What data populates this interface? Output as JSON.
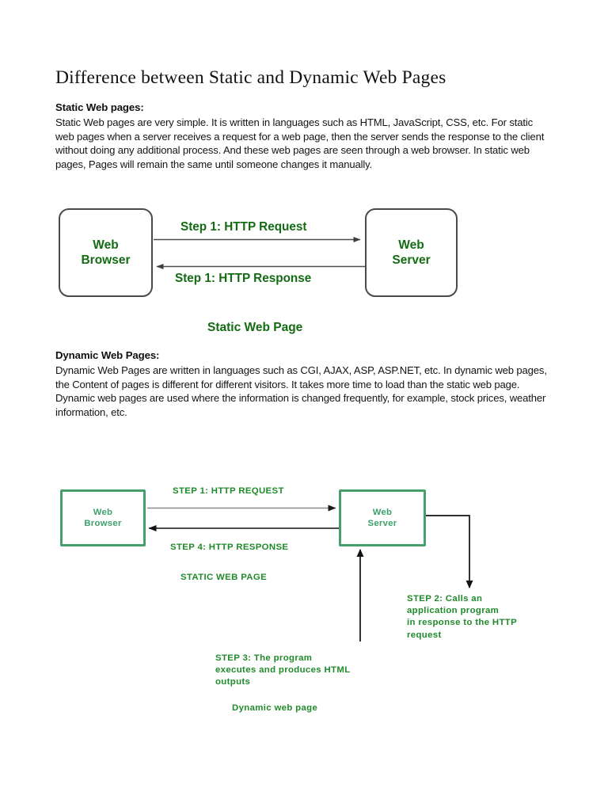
{
  "document": {
    "title": "Difference between Static and Dynamic Web Pages"
  },
  "sections": {
    "static": {
      "heading": "Static Web pages:",
      "paragraph": "Static Web pages are very simple. It is written in languages such as HTML, JavaScript, CSS, etc. For static web pages when a server receives a request for a web page, then the server sends the response to the client without doing any additional process. And these web pages are seen through a web browser. In static web pages, Pages will remain the same until someone changes it manually."
    },
    "dynamic": {
      "heading": "Dynamic Web Pages:",
      "paragraph": "Dynamic Web Pages are written in languages such as CGI, AJAX, ASP, ASP.NET, etc. In dynamic web pages, the Content of pages is different for different visitors. It takes more time to load than the static web page. Dynamic web pages are used where the information is changed frequently, for example, stock prices, weather information, etc."
    }
  },
  "diagram_static": {
    "browser_label": "Web\nBrowser",
    "server_label": "Web\nServer",
    "request_label": "Step 1: HTTP Request",
    "response_label": "Step 1: HTTP Response",
    "caption": "Static Web Page",
    "colors": {
      "text_green": "#136b13",
      "box_border": "#4a4a4a",
      "arrow": "#555555"
    }
  },
  "diagram_dynamic": {
    "browser_label": "Web\nBrowser",
    "server_label": "Web\nServer",
    "request_label": "STEP 1:  HTTP REQUEST",
    "response_label": "STEP 4:  HTTP RESPONSE",
    "caption_static": "STATIC WEB PAGE",
    "step2_text": "STEP 2: Calls an\napplication program\nin response to the HTTP\nrequest",
    "step3_text": "STEP 3: The program\nexecutes and produces HTML\noutputs",
    "caption_dynamic": "Dynamic web page",
    "colors": {
      "text_green": "#1f8a2a",
      "box_label_green": "#3da06b",
      "box_border": "#45a06b",
      "arrow_gray": "#8a8a8a",
      "arrow_black": "#111111"
    }
  }
}
